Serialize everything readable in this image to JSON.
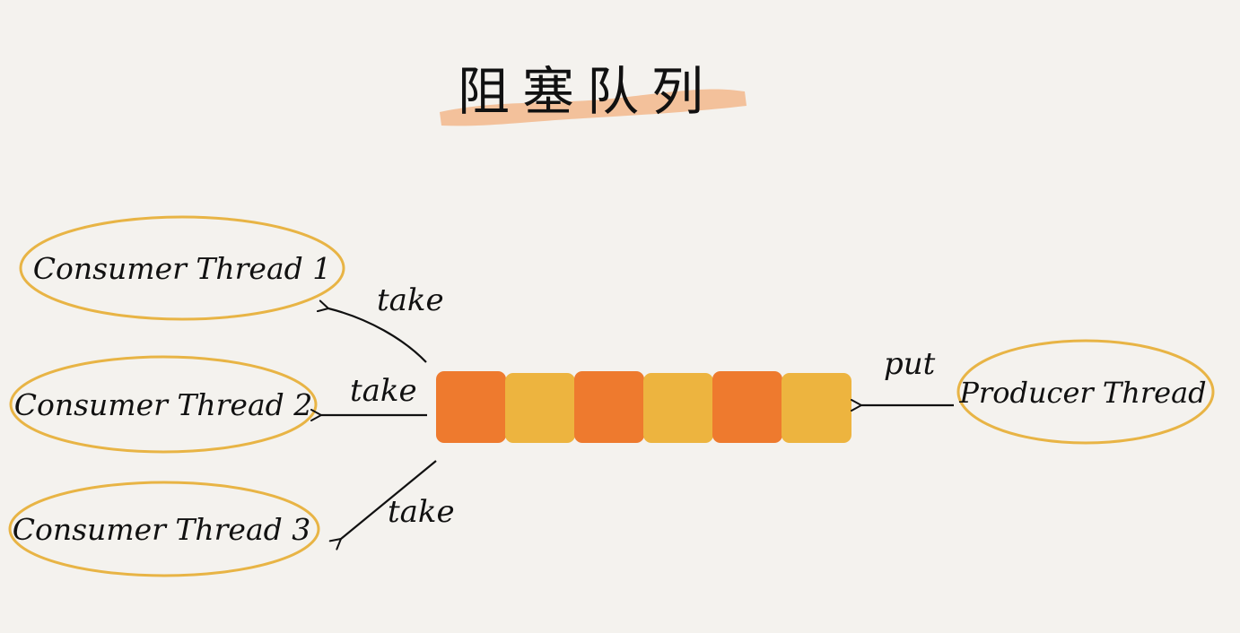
{
  "title": "阻塞队列",
  "consumers": [
    {
      "label": "Consumer Thread 1",
      "edge_label": "take"
    },
    {
      "label": "Consumer Thread 2",
      "edge_label": "take"
    },
    {
      "label": "Consumer Thread 3",
      "edge_label": "take"
    }
  ],
  "producer": {
    "label": "Producer Thread",
    "edge_label": "put"
  },
  "queue": {
    "slot_count": 6,
    "slot_colors": [
      "#ee7a2e",
      "#edb43f",
      "#ee7a2e",
      "#edb43f",
      "#ee7a2e",
      "#edb43f"
    ]
  },
  "colors": {
    "background": "#f4f2ee",
    "ellipse_stroke": "#e8b445",
    "title_highlight": "#f2b98c",
    "ink": "#111111"
  }
}
